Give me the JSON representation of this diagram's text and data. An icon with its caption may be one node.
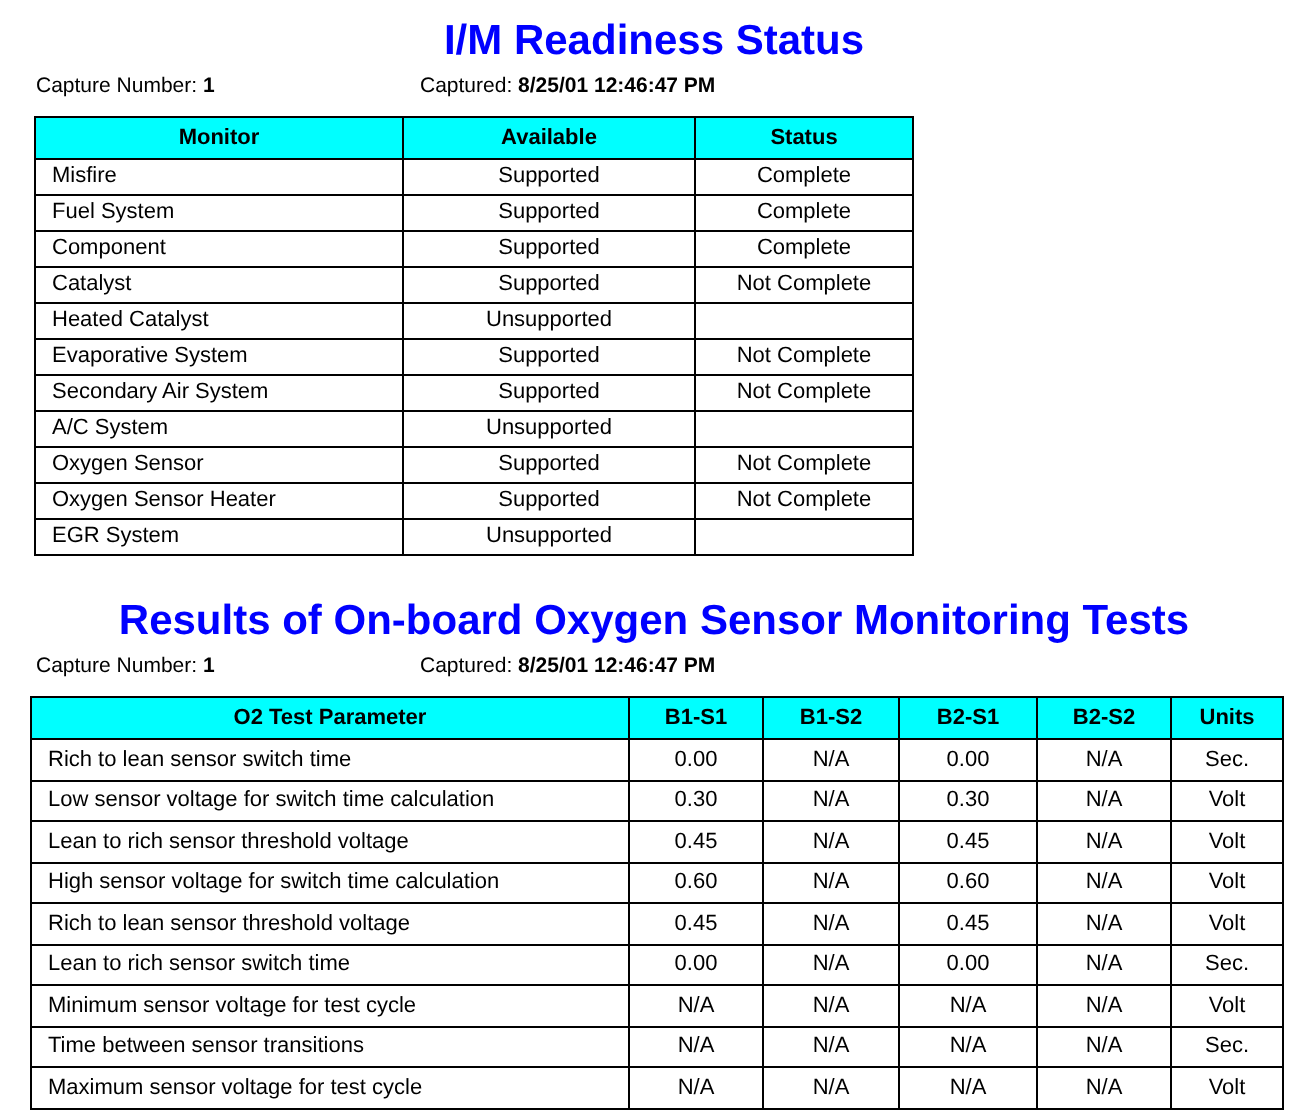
{
  "diagram": {
    "nodes": [
      {
        "text": [
          "I/M Readiness Status",
          "Capture Number: **1**",
          "Captured: **8/25/01 12:46:47 PM**"
        ]
      },
      {
        "text": [
          "Monitor",
          "Available",
          "Status"
        ],
        "in": 0
      },
      {
        "text": [
          "Misfire",
          "Supported",
          "Complete"
        ],
        "in": 0
      },
      {
        "text": [
          "Fuel System",
          "Supported",
          "Complete"
        ],
        "in": 0
      },
      {
        "text": [
          "Component",
          "Supported",
          "Complete"
        ],
        "in": 0
      },
      {
        "text": [
          "Catalyst",
          "Supported",
          "Not Complete"
        ],
        "in": 0
      },
      {
        "text": [
          "Heated Catalyst",
          "Unsupported"
        ],
        "in": 0
      },
      {
        "text": [
          "Evaporative System",
          "Supported",
          "Not Complete"
        ],
        "in": 0
      },
      {
        "text": [
          "Secondary Air System",
          "Supported",
          "Not Complete"
        ],
        "in": 0
      },
      {
        "text": [
          "A/C System",
          "Unsupported"
        ],
        "in": 0
      },
      {
        "text": [
          "Oxygen Sensor",
          "Supported",
          "Not Complete"
        ],
        "in": 0
      },
      {
        "text": [
          "Oxygen Sensor Heater",
          "Supported",
          "Not Complete"
        ],
        "in": 0
      },
      {
        "text": [
          "EGR System",
          "Unsupported"
        ],
        "in": 0
      },
      {
        "text": [
          "Results of On-board Oxygen Sensor Monitoring Tests",
          "Capture Number: **1**",
          "Captured: **8/25/01 12:46:47 PM**"
        ]
      },
      {
        "text": [
          "O2 Test Parameter",
          "B1-S1",
          "B1-S2",
          "B2-S1",
          "B2-S2",
          "Units"
        ],
        "in": 13
      },
      {
        "text": [
          "Rich to lean sensor switch time",
          "0.00",
          "N/A",
          "0.00",
          "N/A",
          "Sec."
        ],
        "in": 13
      },
      {
        "text": [
          "Low sensor voltage for switch time calculation",
          "0.30",
          "N/A",
          "0.30",
          "N/A",
          "Volt"
        ],
        "in": 13
      },
      {
        "text": [
          "Lean to rich sensor threshold voltage",
          "0.45",
          "N/A",
          "0.45",
          "N/A",
          "Volt"
        ],
        "in": 13
      },
      {
        "text": [
          "High sensor voltage for switch time calculation",
          "0.60",
          "N/A",
          "0.60",
          "N/A",
          "Volt"
        ],
        "in": 13
      },
      {
        "text": [
          "Rich to lean sensor threshold voltage",
          "0.45",
          "N/A",
          "0.45",
          "N/A",
          "Volt"
        ],
        "in": 13
      },
      {
        "text": [
          "Lean to rich sensor switch time",
          "0.00",
          "N/A",
          "0.00",
          "N/A",
          "Sec."
        ],
        "in": 13
      },
      {
        "text": [
          "Minimum sensor voltage for test cycle",
          "N/A",
          "N/A",
          "N/A",
          "N/A",
          "Volt"
        ],
        "in": 13
      },
      {
        "text": [
          "Time between sensor transitions",
          "N/A",
          "N/A",
          "N/A",
          "N/A",
          "Sec."
        ],
        "in": 13
      },
      {
        "text": [
          "Maximum sensor voltage for test cycle",
          "N/A",
          "N/A",
          "N/A",
          "N/A",
          "Volt"
        ],
        "in": 13
      }
    ]
  }
}
